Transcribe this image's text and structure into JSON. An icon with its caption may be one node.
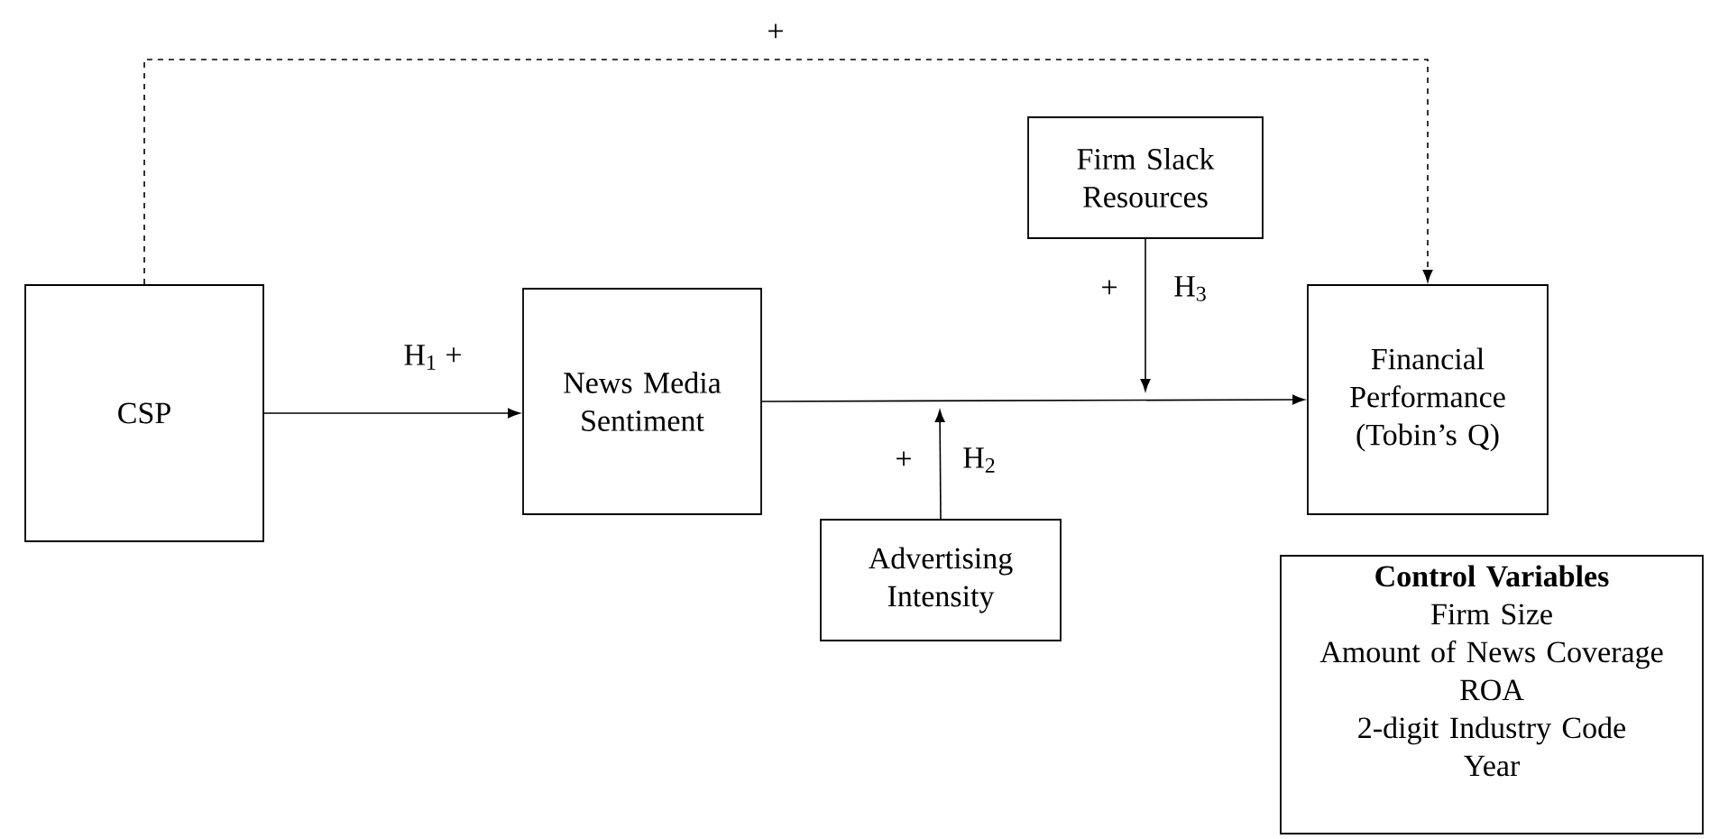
{
  "diagram": {
    "nodes": [
      {
        "text": [
          "CSP"
        ]
      },
      {
        "text": [
          "News Media Sentiment"
        ]
      },
      {
        "text": [
          "Firm Slack Resources"
        ]
      },
      {
        "text": [
          "Financial Performance (Tobin’s Q)"
        ]
      },
      {
        "text": [
          "Advertising Intensity"
        ]
      },
      {
        "text": [
          "Control Variables",
          "Firm Size",
          "Amount of News Coverage",
          "ROA",
          "2-digit Industry Code",
          "Year"
        ]
      }
    ],
    "edges": [
      {
        "from": 0,
        "to": 3,
        "arrow": "to",
        "style": "dashed",
        "label": "+"
      },
      {
        "from": 0,
        "to": 1,
        "arrow": "to",
        "label": "H$_{1}$  +"
      },
      {
        "from": 1,
        "to": 3,
        "arrow": "to"
      },
      {
        "from": 2,
        "to": null,
        "arrow": "to",
        "label": "H$_{3}$"
      },
      {
        "from": 4,
        "to": null,
        "arrow": "to",
        "label": "H$_{2}$"
      }
    ],
    "labels": [
      "+",
      "+"
    ]
  }
}
